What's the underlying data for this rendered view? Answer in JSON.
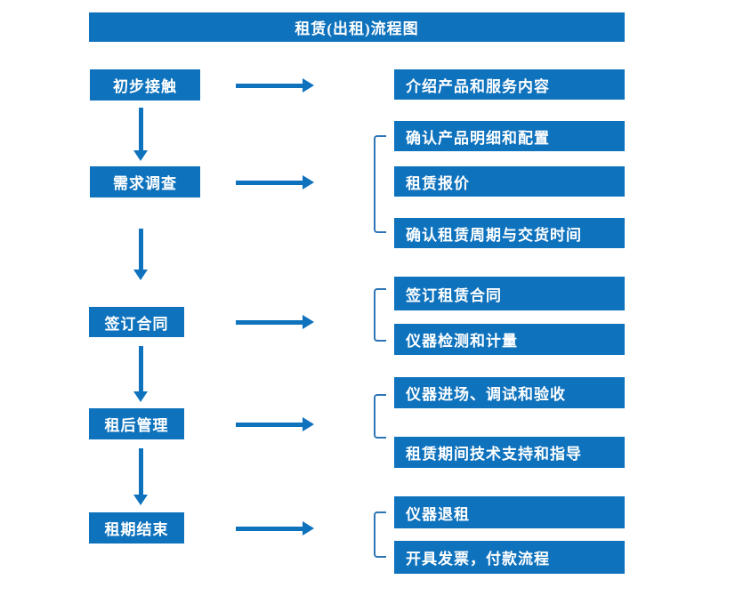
{
  "title": "租赁(出租)流程图",
  "colors": {
    "box-blue": "#0e72bd",
    "bracket-blue": "#2e75b6",
    "text-white": "#ffffff",
    "background": "#ffffff"
  },
  "stages": [
    {
      "label": "初步接触",
      "details": [
        "介绍产品和服务内容"
      ]
    },
    {
      "label": "需求调查",
      "details": [
        "确认产品明细和配置",
        "租赁报价",
        "确认租赁周期与交货时间"
      ]
    },
    {
      "label": "签订合同",
      "details": [
        "签订租赁合同",
        "仪器检测和计量"
      ]
    },
    {
      "label": "租后管理",
      "details": [
        "仪器进场、调试和验收",
        "租赁期间技术支持和指导"
      ]
    },
    {
      "label": "租期结束",
      "details": [
        "仪器退租",
        "开具发票，付款流程"
      ]
    }
  ]
}
